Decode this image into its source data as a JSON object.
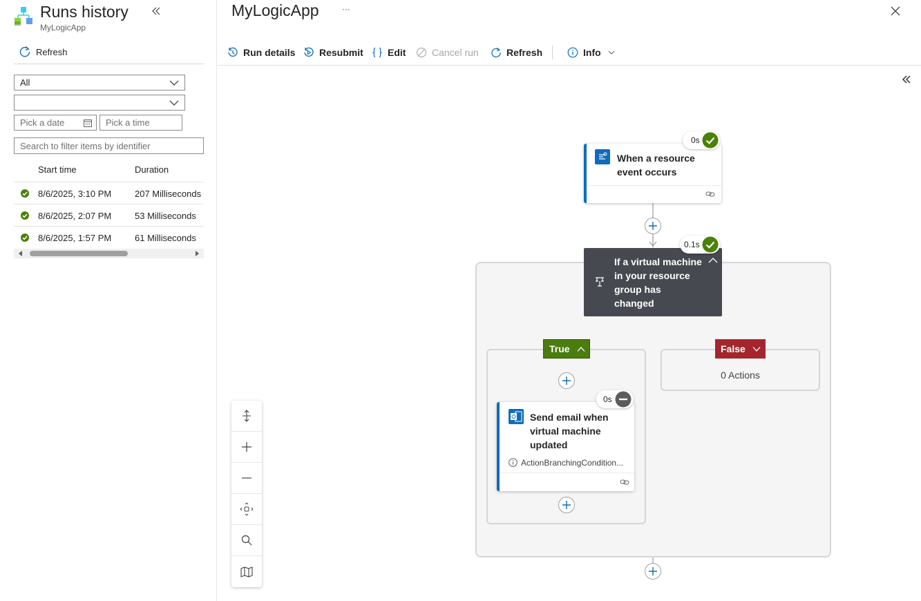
{
  "runs_panel": {
    "title": "Runs history",
    "subtitle": "MyLogicApp",
    "refresh_label": "Refresh",
    "status_filter": "All",
    "second_filter": "",
    "date_placeholder": "Pick a date",
    "time_placeholder": "Pick a time",
    "search_placeholder": "Search to filter items by identifier",
    "columns": [
      "Start time",
      "Duration"
    ],
    "runs": [
      {
        "status": "succeeded",
        "start_time": "8/6/2025, 3:10 PM",
        "duration": "207 Milliseconds"
      },
      {
        "status": "succeeded",
        "start_time": "8/6/2025, 2:07 PM",
        "duration": "53 Milliseconds"
      },
      {
        "status": "succeeded",
        "start_time": "8/6/2025, 1:57 PM",
        "duration": "61 Milliseconds"
      }
    ]
  },
  "designer": {
    "app_title": "MyLogicApp",
    "more_label": "···",
    "toolbar": {
      "run_details": "Run details",
      "resubmit": "Resubmit",
      "edit": "Edit",
      "cancel_run": "Cancel run",
      "refresh": "Refresh",
      "info": "Info"
    },
    "trigger": {
      "title_line1": "When a resource",
      "title_line2": "event occurs",
      "duration": "0s",
      "status": "succeeded"
    },
    "condition": {
      "line1": "If a virtual machine",
      "line2": "in your resource",
      "line3": "group has",
      "line4": "changed",
      "duration": "0.1s",
      "status": "succeeded"
    },
    "true_branch": {
      "label": "True"
    },
    "false_branch": {
      "label": "False",
      "empty_text": "0 Actions"
    },
    "action": {
      "title_line1": "Send email when",
      "title_line2": "virtual machine",
      "title_line3": "updated",
      "info": "ActionBranchingCondition...",
      "duration": "0s",
      "status": "skipped"
    }
  },
  "colors": {
    "accent": "#0f6cbd",
    "success": "#498205",
    "true_green": "#4b7c0f",
    "false_red": "#a4262c",
    "condition_dark": "#464a50"
  }
}
